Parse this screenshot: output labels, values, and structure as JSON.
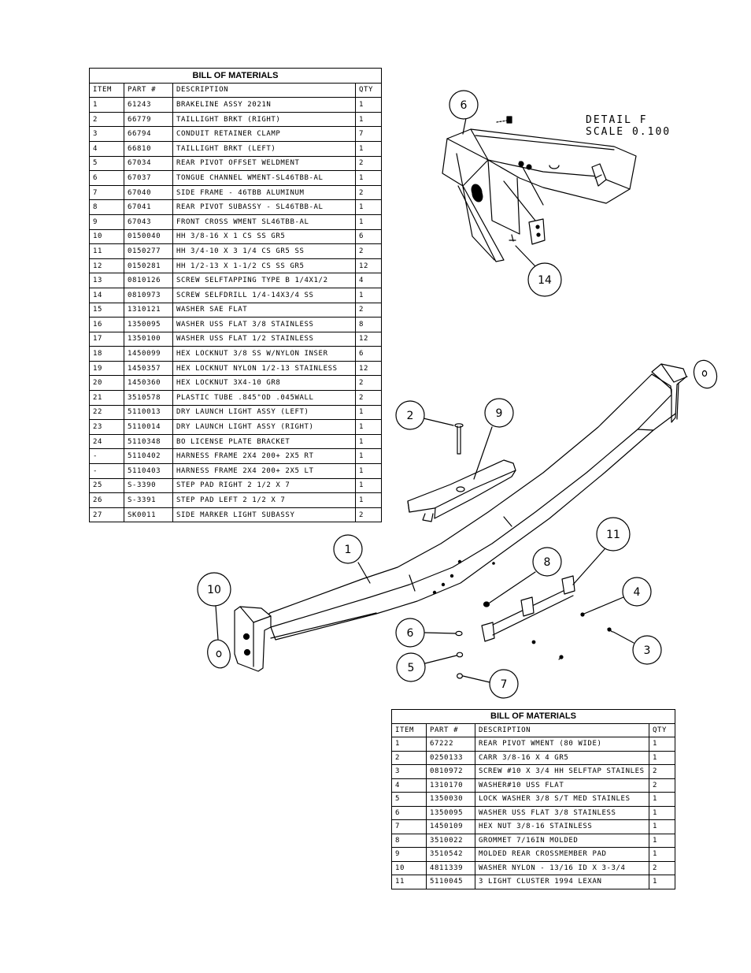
{
  "bom_top": {
    "title": "BILL OF MATERIALS",
    "headers": [
      "ITEM",
      "PART #",
      "DESCRIPTION",
      "QTY"
    ],
    "rows": [
      [
        "1",
        "61243",
        "BRAKELINE ASSY  2021N",
        "1"
      ],
      [
        "2",
        "66779",
        "TAILLIGHT BRKT (RIGHT)",
        "1"
      ],
      [
        "3",
        "66794",
        "CONDUIT RETAINER CLAMP",
        "7"
      ],
      [
        "4",
        "66810",
        "TAILLIGHT BRKT (LEFT)",
        "1"
      ],
      [
        "5",
        "67034",
        "REAR PIVOT OFFSET WELDMENT",
        "2"
      ],
      [
        "6",
        "67037",
        "TONGUE CHANNEL WMENT-SL46TBB-AL",
        "1"
      ],
      [
        "7",
        "67040",
        "SIDE FRAME - 46TBB ALUMINUM",
        "2"
      ],
      [
        "8",
        "67041",
        "REAR PIVOT SUBASSY - SL46TBB-AL",
        "1"
      ],
      [
        "9",
        "67043",
        "FRONT CROSS WMENT SL46TBB-AL",
        "1"
      ],
      [
        "10",
        "0150040",
        "HH 3/8-16 X 1 CS SS GR5",
        "6"
      ],
      [
        "11",
        "0150277",
        "HH 3/4-10 X 3 1/4 CS GR5 SS",
        "2"
      ],
      [
        "12",
        "0150281",
        "HH 1/2-13 X 1-1/2 CS SS GR5",
        "12"
      ],
      [
        "13",
        "0810126",
        "SCREW SELFTAPPING TYPE B 1/4X1/2",
        "4"
      ],
      [
        "14",
        "0810973",
        "SCREW SELFDRILL  1/4-14X3/4 SS",
        "1"
      ],
      [
        "15",
        "1310121",
        "WASHER SAE FLAT",
        "2"
      ],
      [
        "16",
        "1350095",
        "WASHER USS FLAT 3/8 STAINLESS",
        "8"
      ],
      [
        "17",
        "1350100",
        "WASHER USS FLAT 1/2 STAINLESS",
        "12"
      ],
      [
        "18",
        "1450099",
        "HEX LOCKNUT 3/8 SS W/NYLON INSER",
        "6"
      ],
      [
        "19",
        "1450357",
        "HEX LOCKNUT NYLON 1/2-13 STAINLESS",
        "12"
      ],
      [
        "20",
        "1450360",
        "HEX LOCKNUT 3X4-10 GR8",
        "2"
      ],
      [
        "21",
        "3510578",
        "PLASTIC TUBE .845\"OD .045WALL",
        "2"
      ],
      [
        "22",
        "5110013",
        "DRY LAUNCH LIGHT ASSY (LEFT)",
        "1"
      ],
      [
        "23",
        "5110014",
        "DRY LAUNCH LIGHT ASSY (RIGHT)",
        "1"
      ],
      [
        "24",
        "5110348",
        "BO LICENSE PLATE BRACKET",
        "1"
      ],
      [
        "-",
        "5110402",
        "HARNESS   FRAME 2X4 200+ 2X5 RT",
        "1"
      ],
      [
        "-",
        "5110403",
        "HARNESS   FRAME 2X4 200+ 2X5 LT",
        "1"
      ],
      [
        "25",
        "S-3390",
        "STEP PAD  RIGHT  2 1/2 X  7",
        "1"
      ],
      [
        "26",
        "S-3391",
        "STEP PAD  LEFT  2 1/2 X  7",
        "1"
      ],
      [
        "27",
        "SK0011",
        "SIDE MARKER LIGHT SUBASSY",
        "2"
      ]
    ]
  },
  "bom_bottom": {
    "title": "BILL OF MATERIALS",
    "headers": [
      "ITEM",
      "PART #",
      "DESCRIPTION",
      "QTY"
    ],
    "rows": [
      [
        "1",
        "67222",
        "REAR PIVOT WMENT (80 WIDE)",
        "1"
      ],
      [
        "2",
        "0250133",
        "CARR 3/8-16 X 4 GR5",
        "1"
      ],
      [
        "3",
        "0810972",
        "SCREW #10 X 3/4 HH SELFTAP STAINLES",
        "2"
      ],
      [
        "4",
        "1310170",
        "WASHER#10 USS FLAT",
        "2"
      ],
      [
        "5",
        "1350030",
        "LOCK WASHER 3/8 S/T MED STAINLES",
        "1"
      ],
      [
        "6",
        "1350095",
        "WASHER USS FLAT 3/8 STAINLESS",
        "1"
      ],
      [
        "7",
        "1450109",
        "HEX NUT 3/8-16 STAINLESS",
        "1"
      ],
      [
        "8",
        "3510022",
        "GROMMET  7/16IN MOLDED",
        "1"
      ],
      [
        "9",
        "3510542",
        "MOLDED REAR CROSSMEMBER PAD",
        "1"
      ],
      [
        "10",
        "4811339",
        "WASHER NYLON - 13/16 ID X 3-3/4",
        "2"
      ],
      [
        "11",
        "5110045",
        "3 LIGHT CLUSTER  1994  LEXAN",
        "1"
      ]
    ]
  },
  "detail": {
    "line1": "DETAIL  F",
    "line2": "SCALE  0.100",
    "balloons": [
      "6",
      "14"
    ]
  },
  "balloons": [
    "1",
    "2",
    "3",
    "4",
    "5",
    "6",
    "7",
    "8",
    "9",
    "10",
    "11"
  ]
}
